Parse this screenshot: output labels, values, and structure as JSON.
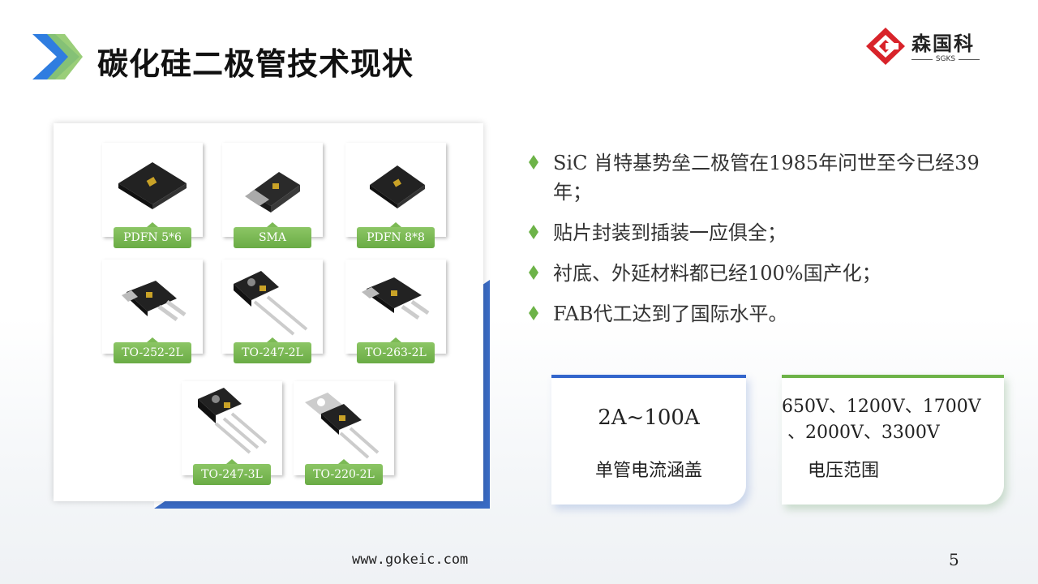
{
  "header": {
    "title": "碳化硅二极管技术现状",
    "logo_text": "森国科",
    "logo_sub": "SGKS"
  },
  "packages": [
    {
      "label": "PDFN 5*6",
      "icon": "pdfn-package-icon"
    },
    {
      "label": "SMA",
      "icon": "sma-package-icon"
    },
    {
      "label": "PDFN 8*8",
      "icon": "pdfn-package-icon"
    },
    {
      "label": "TO-252-2L",
      "icon": "to252-package-icon"
    },
    {
      "label": "TO-247-2L",
      "icon": "to247-package-icon"
    },
    {
      "label": "TO-263-2L",
      "icon": "to263-package-icon"
    },
    {
      "label": "TO-247-3L",
      "icon": "to247-3-package-icon"
    },
    {
      "label": "TO-220-2L",
      "icon": "to220-package-icon"
    }
  ],
  "bullets": [
    "SiC 肖特基势垒二极管在1985年问世至今已经39年；",
    "贴片封装到插装一应俱全；",
    "衬底、外延材料都已经100%国产化；",
    "FAB代工达到了国际水平。"
  ],
  "cards": {
    "current_value": "2A~100A",
    "current_label": "单管电流涵盖",
    "voltage_value": "650V、1200V、1700V\n 、2000V、3300V",
    "voltage_label": "电压范围"
  },
  "footer": {
    "url": "www.gokeic.com",
    "page": "5"
  },
  "colors": {
    "accent_blue": "#3366cc",
    "accent_green": "#6db348"
  }
}
